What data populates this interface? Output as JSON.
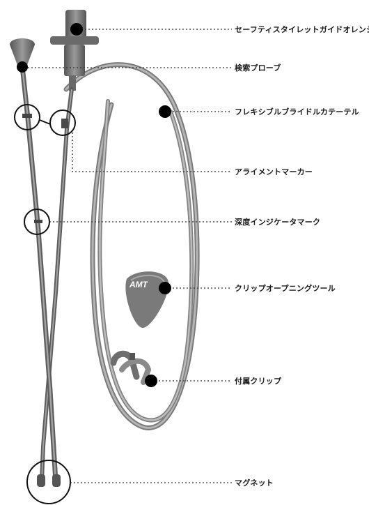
{
  "labels": {
    "guide": "セーフティスタイレットガイドオレンジ",
    "probe": "検索プローブ",
    "catheter": "フレキシブルブライドルカテーテル",
    "alignment": "アライメントマーカー",
    "depth": "深度インジケータマーク",
    "clip_tool": "クリップオープニングツール",
    "clip": "付属クリップ",
    "magnet": "マグネット"
  },
  "logo_text": "AMT"
}
